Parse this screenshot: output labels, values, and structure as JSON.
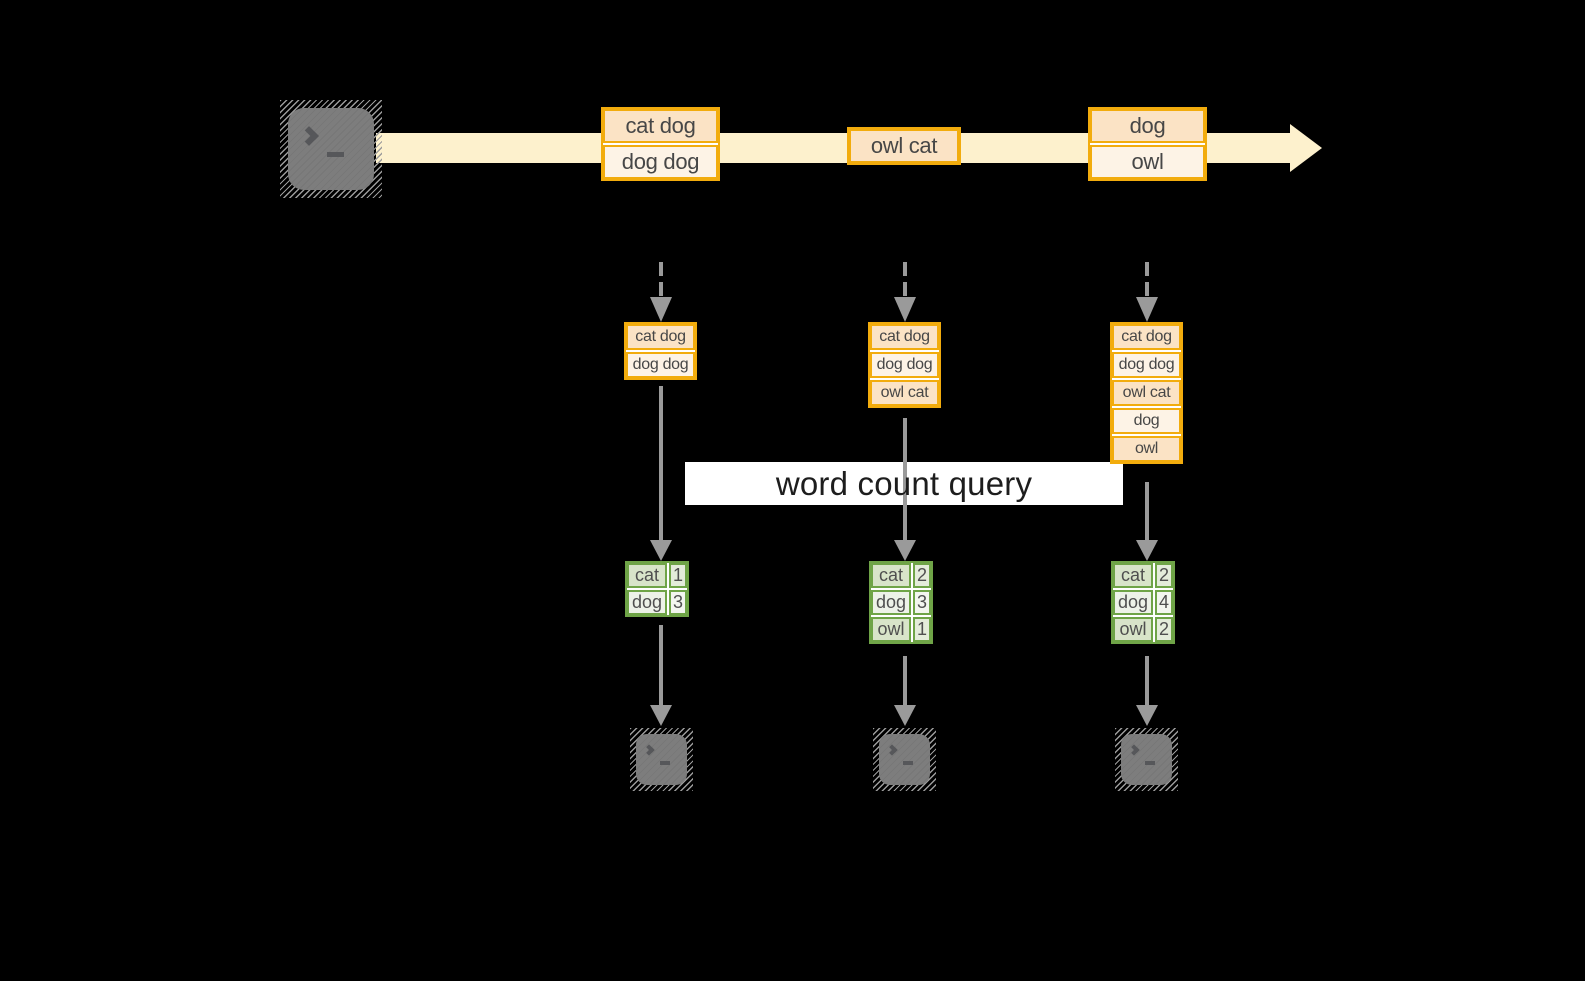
{
  "banner": {
    "label": "word count query"
  },
  "timeline_batches": [
    {
      "lines": [
        "cat dog",
        "dog dog"
      ]
    },
    {
      "lines": [
        "owl cat"
      ]
    },
    {
      "lines": [
        "dog",
        "owl"
      ]
    }
  ],
  "pipelines": [
    {
      "batch_lines": [
        "cat dog",
        "dog dog"
      ],
      "counts": [
        {
          "word": "cat",
          "value": "1"
        },
        {
          "word": "dog",
          "value": "3"
        }
      ]
    },
    {
      "batch_lines": [
        "cat dog",
        "dog dog",
        "owl cat"
      ],
      "counts": [
        {
          "word": "cat",
          "value": "2"
        },
        {
          "word": "dog",
          "value": "3"
        },
        {
          "word": "owl",
          "value": "1"
        }
      ]
    },
    {
      "batch_lines": [
        "cat dog",
        "dog dog",
        "owl cat",
        "dog",
        "owl"
      ],
      "counts": [
        {
          "word": "cat",
          "value": "2"
        },
        {
          "word": "dog",
          "value": "4"
        },
        {
          "word": "owl",
          "value": "2"
        }
      ]
    }
  ],
  "colors": {
    "amber": "#F2AC0D",
    "peach": "#FBE3C5",
    "cream": "#FDF3E6",
    "band": "#FDF1CD",
    "green": "#6FA447",
    "sage": "#D8E4C9",
    "sage-val": "#E4ECDA",
    "pale": "#EDF2E8",
    "pale-val": "#F3F6EF",
    "metal": "#7D7D7D",
    "metal-dark": "#56575A",
    "arrow": "#9A9A9A",
    "banner-bg": "#FFFFFF",
    "box-text": "#474747",
    "banner-text": "#1D1D1D"
  }
}
